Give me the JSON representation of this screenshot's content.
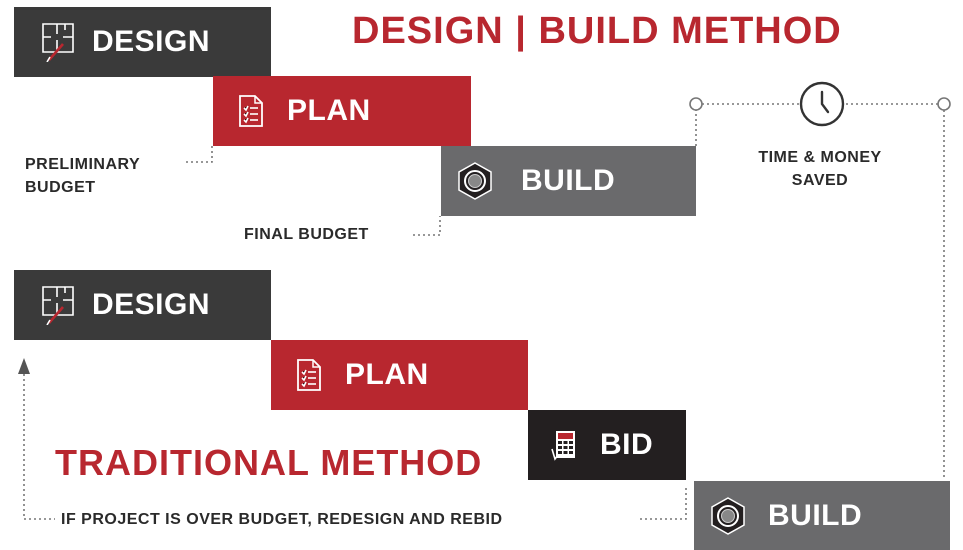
{
  "title_top": "DESIGN | BUILD METHOD",
  "title_bottom": "TRADITIONAL METHOD",
  "design_build": {
    "design_label": "DESIGN",
    "plan_label": "PLAN",
    "build_label": "BUILD",
    "preliminary_budget": "PRELIMINARY",
    "preliminary_budget_2": "BUDGET",
    "final_budget": "FINAL BUDGET",
    "time_money": "TIME & MONEY",
    "time_money_2": "SAVED"
  },
  "traditional": {
    "design_label": "DESIGN",
    "plan_label": "PLAN",
    "bid_label": "BID",
    "build_label": "BUILD",
    "redesign_note": "IF PROJECT IS OVER BUDGET, REDESIGN AND REBID"
  },
  "colors": {
    "accent_red": "#b8272f",
    "dark_grey": "#3a3a3a",
    "mid_grey": "#6a6a6c",
    "black": "#231f20"
  },
  "icons": [
    "floorplan-icon",
    "checklist-document-icon",
    "hex-nut-icon",
    "calculator-icon",
    "clock-icon"
  ]
}
